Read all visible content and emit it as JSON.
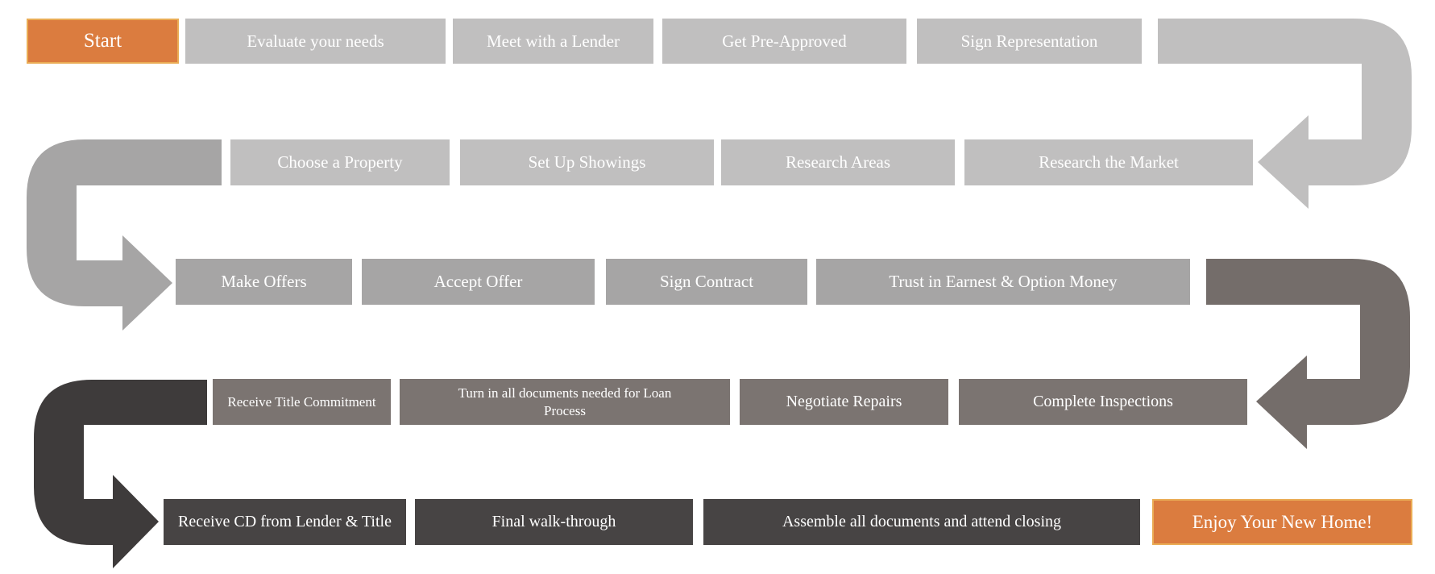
{
  "diagram": {
    "type": "process-flowchart",
    "subject": "Home buying process",
    "flow_rows": [
      {
        "row": 1,
        "flow_direction": "left-to-right"
      },
      {
        "row": 2,
        "flow_direction": "right-to-left"
      },
      {
        "row": 3,
        "flow_direction": "left-to-right"
      },
      {
        "row": 4,
        "flow_direction": "right-to-left"
      },
      {
        "row": 5,
        "flow_direction": "left-to-right"
      }
    ]
  },
  "flow": {
    "rows": [
      {
        "name": "row-1",
        "boxes": [
          {
            "label": "Start",
            "type": "milestone"
          },
          {
            "label": "Evaluate your needs",
            "type": "step"
          },
          {
            "label": "Meet with a Lender",
            "type": "step"
          },
          {
            "label": "Get Pre-Approved",
            "type": "step"
          },
          {
            "label": "Sign Representation",
            "type": "step"
          }
        ]
      },
      {
        "name": "row-2",
        "boxes": [
          {
            "label": "Choose a Property",
            "type": "step"
          },
          {
            "label": "Set Up Showings",
            "type": "step"
          },
          {
            "label": "Research Areas",
            "type": "step"
          },
          {
            "label": "Research the Market",
            "type": "step"
          }
        ]
      },
      {
        "name": "row-3",
        "boxes": [
          {
            "label": "Make Offers",
            "type": "step"
          },
          {
            "label": "Accept Offer",
            "type": "step"
          },
          {
            "label": "Sign Contract",
            "type": "step"
          },
          {
            "label": "Trust in Earnest & Option Money",
            "type": "step"
          }
        ]
      },
      {
        "name": "row-4",
        "boxes": [
          {
            "label": "Receive Title Commitment",
            "type": "step"
          },
          {
            "label": "Turn in all documents needed for Loan Process",
            "type": "step"
          },
          {
            "label": "Negotiate Repairs",
            "type": "step"
          },
          {
            "label": "Complete Inspections",
            "type": "step"
          }
        ]
      },
      {
        "name": "row-5",
        "boxes": [
          {
            "label": "Receive CD from Lender & Title",
            "type": "step"
          },
          {
            "label": "Final walk-through",
            "type": "step"
          },
          {
            "label": "Assemble all documents and attend closing",
            "type": "step"
          },
          {
            "label": "Enjoy Your New Home!",
            "type": "milestone"
          }
        ]
      }
    ],
    "connectors": [
      {
        "id": "arrow-1",
        "from_row": 1,
        "to_row": 2,
        "side": "right",
        "points": "left",
        "color": "#C0BFBF"
      },
      {
        "id": "arrow-2",
        "from_row": 2,
        "to_row": 3,
        "side": "left",
        "points": "right",
        "color": "#A6A5A5"
      },
      {
        "id": "arrow-3",
        "from_row": 3,
        "to_row": 4,
        "side": "right",
        "points": "left",
        "color": "#746D6A"
      },
      {
        "id": "arrow-4",
        "from_row": 4,
        "to_row": 5,
        "side": "left",
        "points": "right",
        "color": "#3E3B3B"
      }
    ]
  },
  "colors": {
    "milestone_fill": "#DB7C3F",
    "milestone_border": "#EAAC55",
    "row1_fill": "#C0BFBF",
    "row2_fill": "#C0BFBF",
    "row3_fill": "#A6A5A5",
    "row4_fill": "#7B7471",
    "row5_fill": "#474444",
    "text": "#FFFFFF",
    "background": "#FFFFFF"
  }
}
